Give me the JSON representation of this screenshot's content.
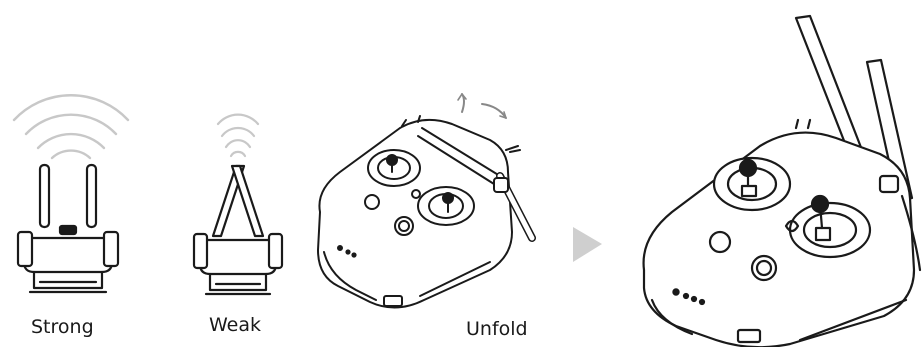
{
  "captions": {
    "strong": "Strong",
    "weak": "Weak",
    "unfold": "Unfold"
  },
  "icons": {
    "strong_signal": "wifi-signal-icon",
    "weak_signal": "wifi-signal-icon",
    "arrow": "play-triangle-icon"
  },
  "colors": {
    "line": "#1a1a1a",
    "signal": "#c8c8c8",
    "arrow": "#cfcfcf",
    "fill": "#ffffff"
  }
}
